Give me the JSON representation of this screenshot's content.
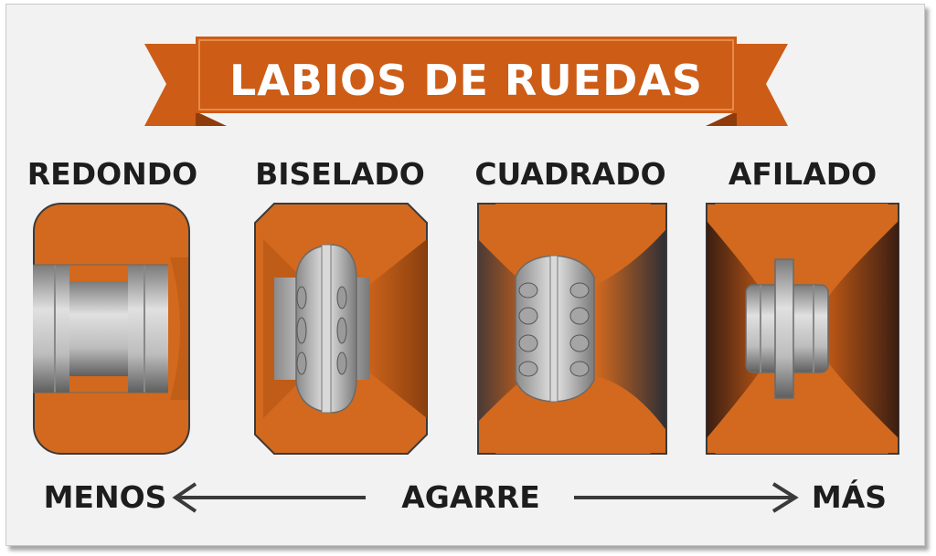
{
  "title": "LABIOS DE RUEDAS",
  "lips": [
    {
      "label": "REDONDO"
    },
    {
      "label": "BISELADO"
    },
    {
      "label": "CUADRADO"
    },
    {
      "label": "AFILADO"
    }
  ],
  "grip": {
    "less": "MENOS",
    "label": "AGARRE",
    "more": "MÁS"
  },
  "colors": {
    "orange": "#d2691e",
    "orange_dark": "#9a4a12",
    "banner": "#cc5c16",
    "banner_dark": "#8f3c0d",
    "hub": "#bdbdbd",
    "text": "#1d1d1d"
  }
}
